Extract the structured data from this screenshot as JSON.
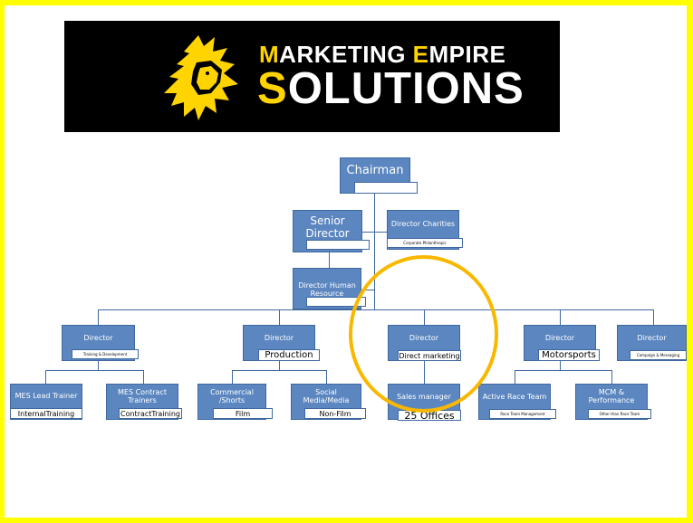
{
  "page": {
    "frame_color": "#ffff00",
    "accent_yellow": "#ffd400",
    "box_color": "#5b86c0",
    "highlight_ring": "#f9b800"
  },
  "banner": {
    "line1_initial": "M",
    "line1_rest": "ARKETING ",
    "line1_initial2": "E",
    "line1_rest2": "MPIRE",
    "line2_initial": "S",
    "line2_rest": "OLUTIONS",
    "logo_icon": "lion-head-icon"
  },
  "org_chart": {
    "chairman": {
      "title": "Chairman",
      "sub": ""
    },
    "senior_director": {
      "title": "Senior Director",
      "sub": ""
    },
    "director_charities": {
      "title": "Director Charities",
      "sub": "Corporate Philanthropic"
    },
    "director_hr": {
      "title": "Director Human Resource",
      "sub": ""
    },
    "directors": [
      {
        "title": "Director",
        "sub": "Training & Development"
      },
      {
        "title": "Director",
        "sub": "Production"
      },
      {
        "title": "Director",
        "sub": "Direct marketing"
      },
      {
        "title": "Director",
        "sub": "Motorsports"
      },
      {
        "title": "Director",
        "sub": "Campaign & Messaging"
      }
    ],
    "staff": [
      {
        "title": "MES Lead Trainer",
        "sub": "InternalTraining"
      },
      {
        "title": "MES Contract Trainers",
        "sub": "ContractTraining"
      },
      {
        "title": "Commercial /Shorts",
        "sub": "Film"
      },
      {
        "title": "Social Media/Media",
        "sub": "Non-Film"
      },
      {
        "title": "Sales manager",
        "sub": "25 Offices"
      },
      {
        "title": "Active Race Team",
        "sub": "Race Team Management"
      },
      {
        "title": "MCM & Performance",
        "sub": "Other than Race Team"
      }
    ]
  }
}
